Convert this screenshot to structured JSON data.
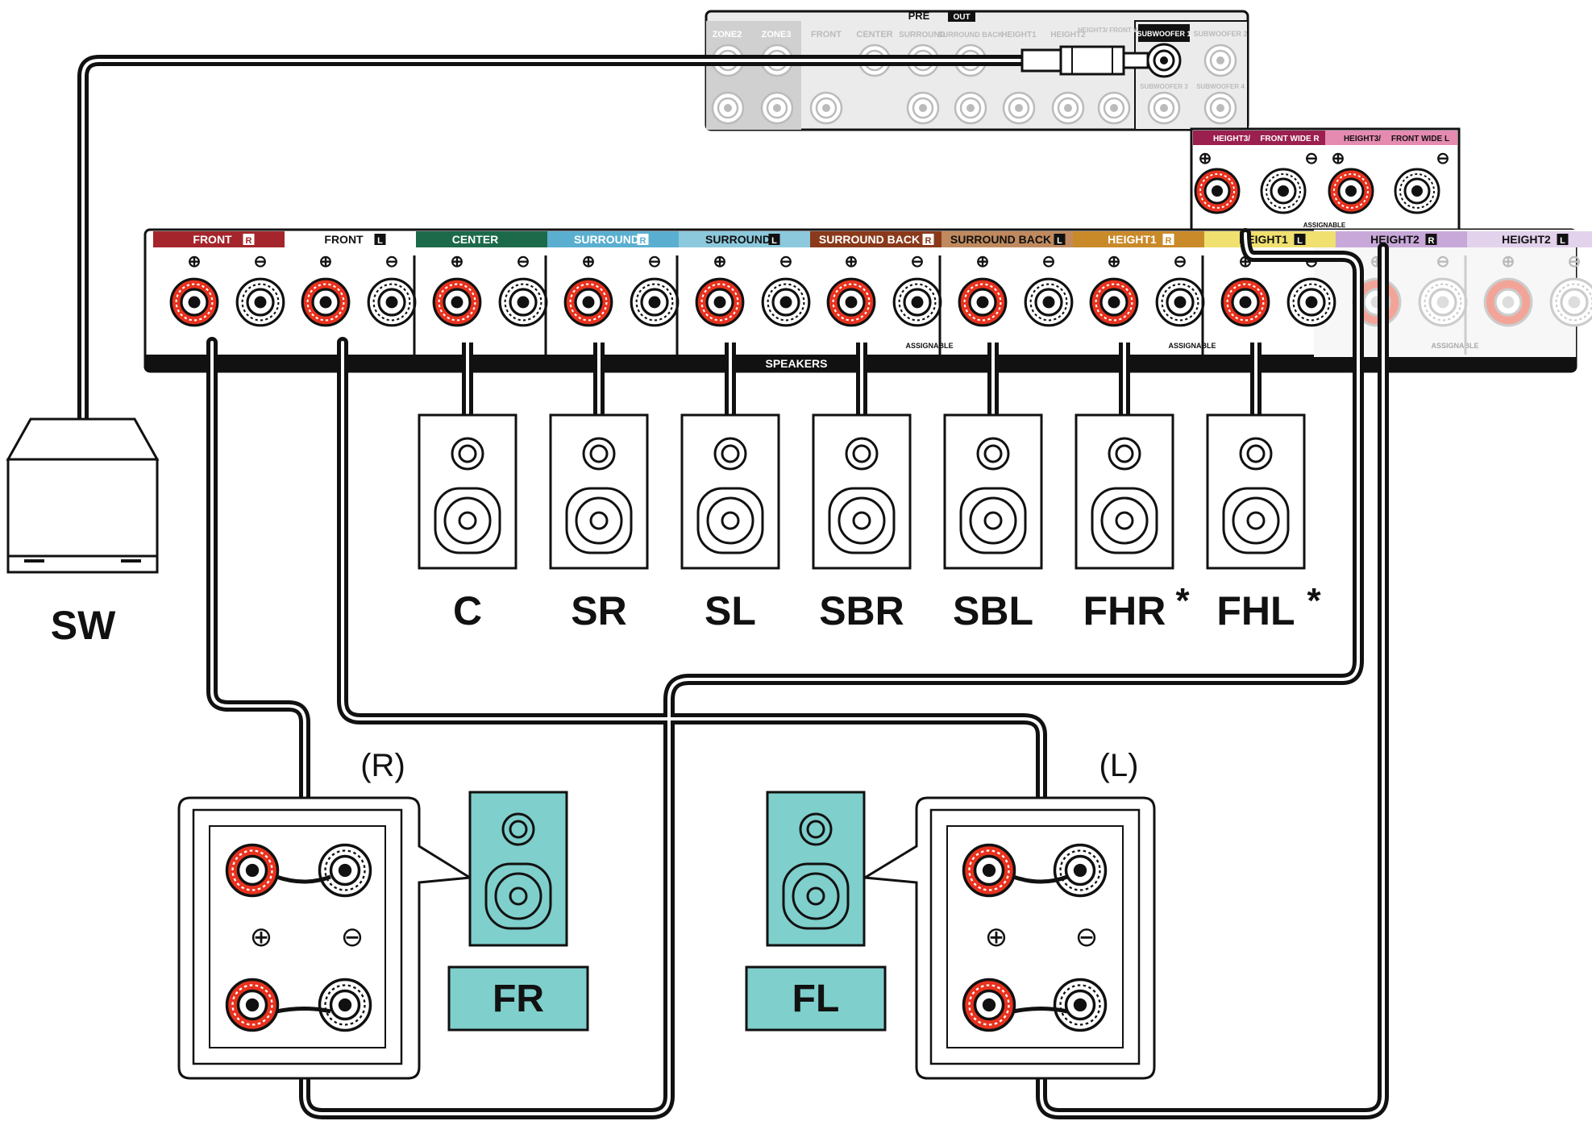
{
  "preout": {
    "title": "PRE",
    "title_badge": "OUT",
    "labels": [
      "ZONE2",
      "ZONE3",
      "FRONT",
      "CENTER",
      "SURROUND",
      "SURROUND BACK",
      "HEIGHT1",
      "HEIGHT2",
      "HEIGHT3/ FRONT WIDE",
      "SUBWOOFER 1",
      "SUBWOOFER 2"
    ],
    "lower_labels": [
      "SUBWOOFER 3",
      "SUBWOOFER 4"
    ]
  },
  "height3": {
    "labels": [
      "HEIGHT3/",
      "FRONT WIDE R",
      "HEIGHT3/",
      "FRONT WIDE L"
    ],
    "assignable": "ASSIGNABLE",
    "colors": [
      "#9b1f4f",
      "#e58ab0"
    ]
  },
  "speaker_panel": {
    "label": "SPEAKERS",
    "assignable": "ASSIGNABLE",
    "channels": [
      {
        "label": "FRONT",
        "ch": "R",
        "color": "#a4262c"
      },
      {
        "label": "FRONT",
        "ch": "L",
        "color": "#ffffff"
      },
      {
        "label": "CENTER",
        "ch": "",
        "color": "#1c6a4a"
      },
      {
        "label": "SURROUND",
        "ch": "R",
        "color": "#5aafd0"
      },
      {
        "label": "SURROUND",
        "ch": "L",
        "color": "#8cc9dc"
      },
      {
        "label": "SURROUND BACK",
        "ch": "R",
        "color": "#8a3a1a"
      },
      {
        "label": "SURROUND BACK",
        "ch": "L",
        "color": "#c08a5e"
      },
      {
        "label": "HEIGHT1",
        "ch": "R",
        "color": "#c98a2a"
      },
      {
        "label": "HEIGHT1",
        "ch": "L",
        "color": "#f0e070"
      },
      {
        "label": "HEIGHT2",
        "ch": "R",
        "color": "#c8a8d8"
      },
      {
        "label": "HEIGHT2",
        "ch": "L",
        "color": "#e2d2ec"
      }
    ]
  },
  "speakers": [
    {
      "label": "C",
      "asterisk": ""
    },
    {
      "label": "SR",
      "asterisk": ""
    },
    {
      "label": "SL",
      "asterisk": ""
    },
    {
      "label": "SBR",
      "asterisk": ""
    },
    {
      "label": "SBL",
      "asterisk": ""
    },
    {
      "label": "FHR",
      "asterisk": "*"
    },
    {
      "label": "FHL",
      "asterisk": "*"
    }
  ],
  "subwoofer": {
    "label": "SW"
  },
  "front_right": {
    "side_label": "(R)",
    "label": "FR"
  },
  "front_left": {
    "side_label": "(L)",
    "label": "FL"
  },
  "colors": {
    "cable": "#111111",
    "terminal_red": "#e8321e",
    "front_speaker_fill": "#7fcfcc",
    "panel_gray": "#ebebeb"
  }
}
